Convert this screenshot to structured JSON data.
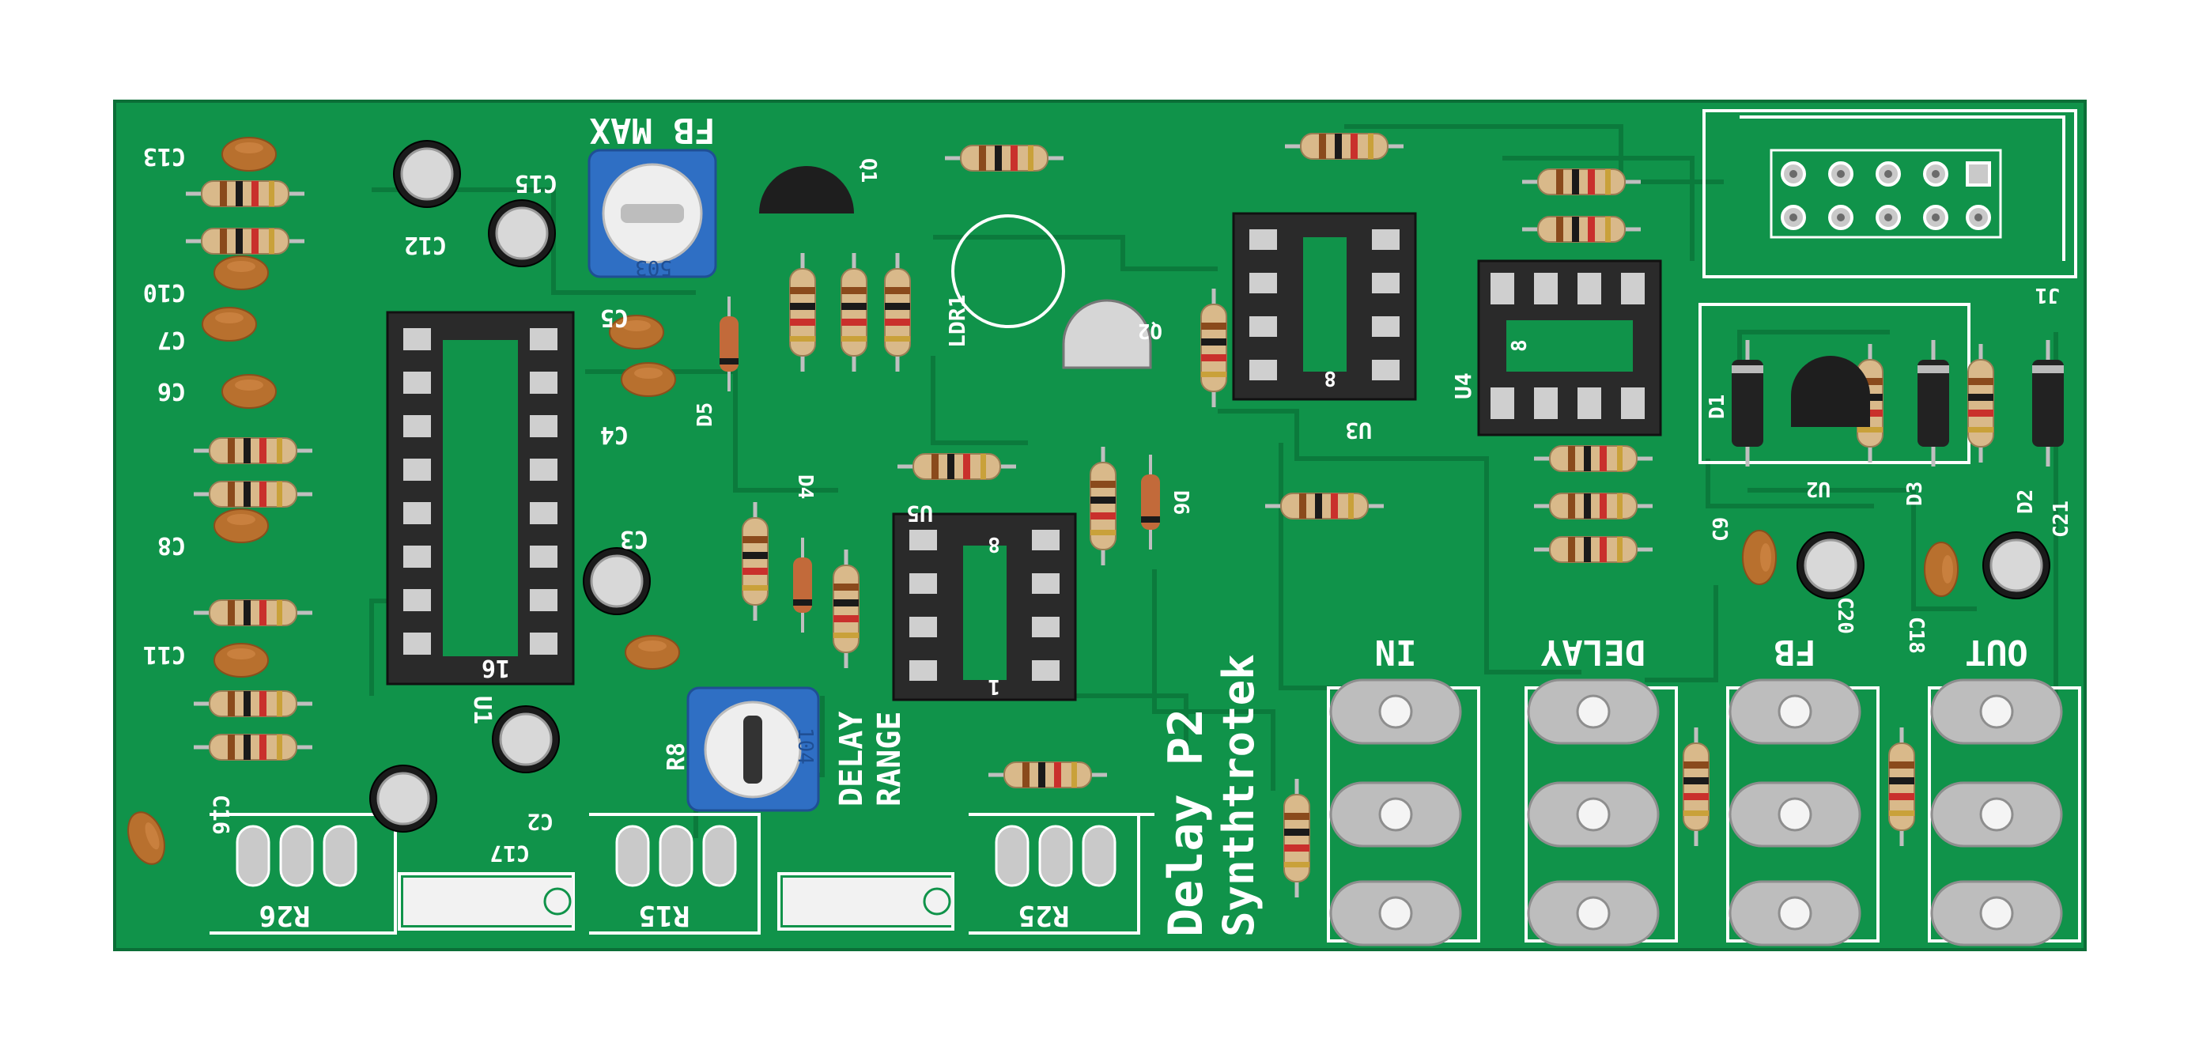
{
  "colors": {
    "pcb": "#10934a",
    "pcb_dark": "#0b7a3c",
    "silkscreen": "#ffffff",
    "ic_socket": "#2a2a2a",
    "resistor_body": "#d9b98a",
    "ceramic_cap": "#b8702e",
    "electrolytic": "#1a1a1a",
    "trimmer": "#2f6fc4",
    "pad": "#c9c9c9",
    "background": "#ffffff"
  },
  "board": {
    "title_line1": "Delay P2",
    "title_line2": "Synthtrotek",
    "trimmer_labels": {
      "fb_max": "FB MAX",
      "delay_range_1": "DELAY",
      "delay_range_2": "RANGE",
      "r8": "R8"
    },
    "pot_labels": {
      "in": "IN",
      "delay": "DELAY",
      "fb": "FB",
      "out": "OUT"
    },
    "footprint_labels": {
      "r26": "R26",
      "r15": "R15",
      "r25": "R25"
    },
    "ic_labels": {
      "u1": "U1",
      "u1_pins": "16",
      "u3": "U3",
      "u3_pin": "8",
      "u4": "U4",
      "u4_pin": "8",
      "u5": "U5",
      "u5_pin1": "8",
      "u5_pin2": "1"
    },
    "component_labels": {
      "c13": "C13",
      "c10": "C10",
      "c7": "C7",
      "c6": "C6",
      "c8": "C8",
      "c11": "C11",
      "c16": "C16",
      "c15": "C15",
      "c12": "C12",
      "c5": "C5",
      "c4": "C4",
      "c3": "C3",
      "c2": "C2",
      "c17": "C17",
      "c9": "C9",
      "c18": "C18",
      "c20": "C20",
      "c21": "C21",
      "d1": "D1",
      "d2": "D2",
      "d3": "D3",
      "d4": "D4",
      "d5": "D5",
      "d6": "D6",
      "q1": "Q1",
      "q2": "Q2",
      "u2": "U2",
      "ldr1": "LDR1",
      "j1": "J1"
    },
    "trimmer_markings": {
      "fb_max_value": "503",
      "delay_range_value": "104"
    }
  }
}
